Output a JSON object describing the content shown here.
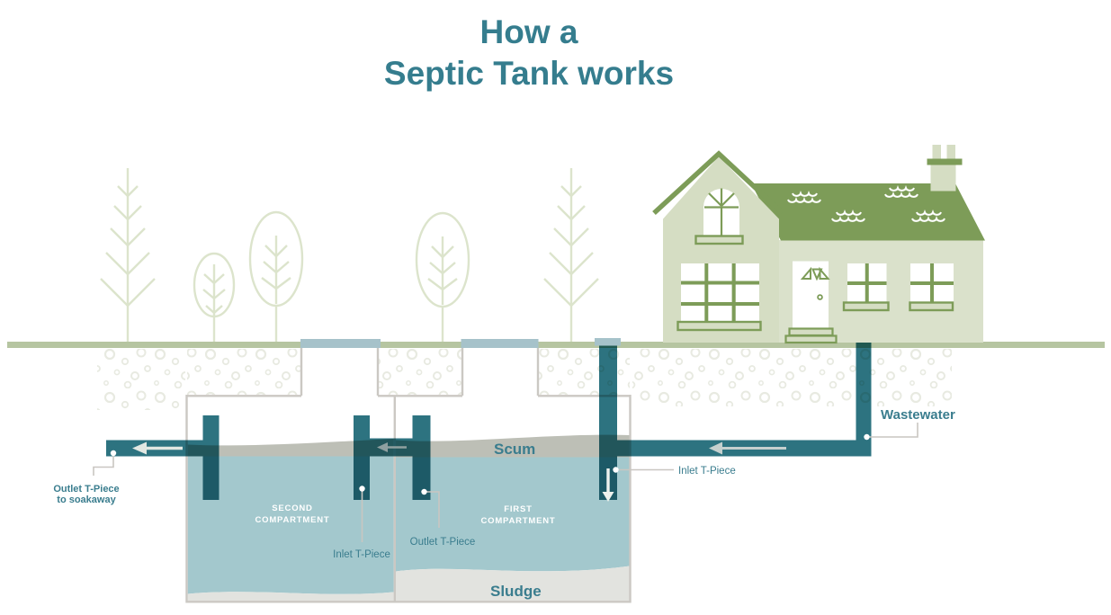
{
  "title": {
    "line1": "How a",
    "line2": "Septic Tank works"
  },
  "labels": {
    "wastewater": "Wastewater",
    "inlet_t_piece_main": "Inlet T-Piece",
    "outlet_t_piece_first": "Outlet T-Piece",
    "inlet_t_piece_second": "Inlet T-Piece",
    "outlet_soakaway_line1": "Outlet T-Piece",
    "outlet_soakaway_line2": "to soakaway",
    "scum": "Scum",
    "sludge": "Sludge",
    "first_compartment_line1": "FIRST",
    "first_compartment_line2": "COMPARTMENT",
    "second_compartment_line1": "SECOND",
    "second_compartment_line2": "COMPARTMENT"
  },
  "colors": {
    "title_teal": "#357d8e",
    "label_teal": "#3a7d8e",
    "pipe_teal": "#2d7380",
    "lid_blue": "#a6c2ca",
    "water_blue": "#a3c8cd",
    "scum_gray": "#bdbfb6",
    "sludge_gray": "#e2e3df",
    "tank_wall_gray": "#cbc8c3",
    "ground_green": "#b6c5a1",
    "house_green": "#7d9c58",
    "house_light": "#d5ddc3",
    "facade_light": "#dae1cb",
    "tree_outline": "#dce4cc",
    "soil_dot": "#e8eae1"
  }
}
